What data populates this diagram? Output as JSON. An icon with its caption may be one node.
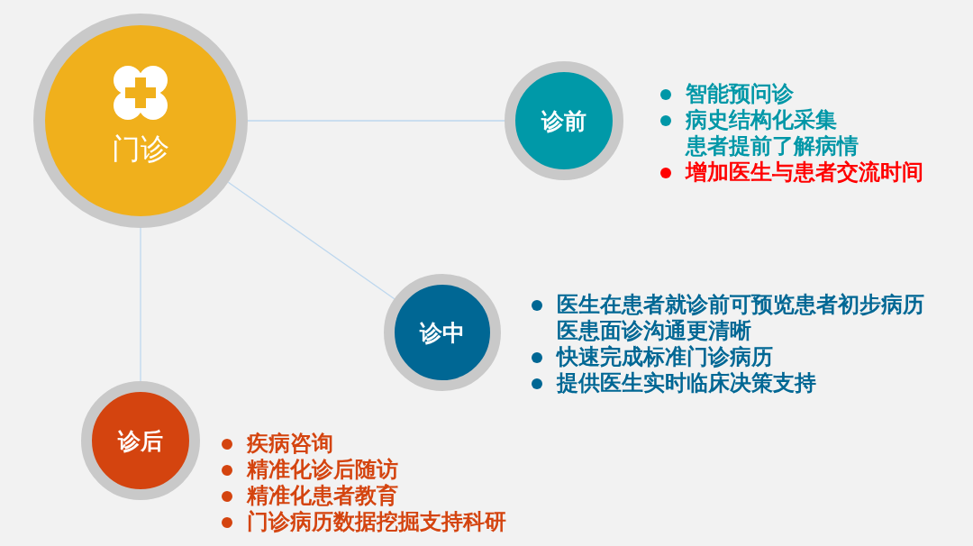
{
  "diagram": {
    "nodes": [
      {
        "text": [
          "门诊"
        ]
      },
      {
        "text": [
          "诊前"
        ],
        "beside": [
          "智能预问诊",
          "病史结构化采集",
          "患者提前了解病情",
          "增加医生与患者交流时间"
        ]
      },
      {
        "text": [
          "诊中"
        ],
        "beside": [
          "医生在患者就诊前可预览患者初步病历",
          "医患面诊沟通更清晰",
          "快速完成标准门诊病历",
          "提供医生实时临床决策支持"
        ]
      },
      {
        "text": [
          "诊后"
        ],
        "beside": [
          "疾病咨询",
          "精准化诊后随访",
          "精准化患者教育",
          "门诊病历数据挖掘支持科研"
        ]
      }
    ],
    "edges": [
      {
        "from": 0,
        "to": 1,
        "arrow": "none"
      },
      {
        "from": 0,
        "to": 2,
        "arrow": "none"
      },
      {
        "from": 0,
        "to": 3,
        "arrow": "none"
      }
    ]
  }
}
